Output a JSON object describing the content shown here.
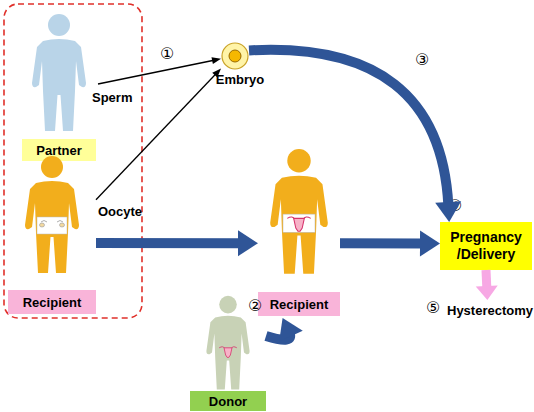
{
  "diagram": {
    "nodes": [
      {
        "text": [
          "Partner"
        ]
      },
      {
        "text": [
          "Recipient"
        ]
      },
      {
        "text": [
          "Embryo"
        ]
      },
      {
        "text": [
          "Donor"
        ]
      },
      {
        "text": [
          "Recipient"
        ]
      },
      {
        "text": [
          "Pregnancy /Delivery"
        ]
      },
      {
        "text": [
          "Hysterectomy"
        ]
      }
    ],
    "edges": [
      {
        "from": 0,
        "to": 2,
        "arrow": "to"
      },
      {
        "from": 1,
        "to": 2,
        "arrow": "to"
      },
      {
        "from": 2,
        "to": 5,
        "arrow": "to"
      },
      {
        "from": 1,
        "to": 4,
        "arrow": "to"
      },
      {
        "from": 3,
        "to": 4,
        "arrow": "to"
      },
      {
        "from": 4,
        "to": 5,
        "arrow": "to"
      },
      {
        "from": 5,
        "to": 6,
        "arrow": "to"
      }
    ],
    "labels": [
      "Sperm",
      "Oocyte",
      "①",
      "②",
      "③",
      "④",
      "⑤"
    ]
  }
}
